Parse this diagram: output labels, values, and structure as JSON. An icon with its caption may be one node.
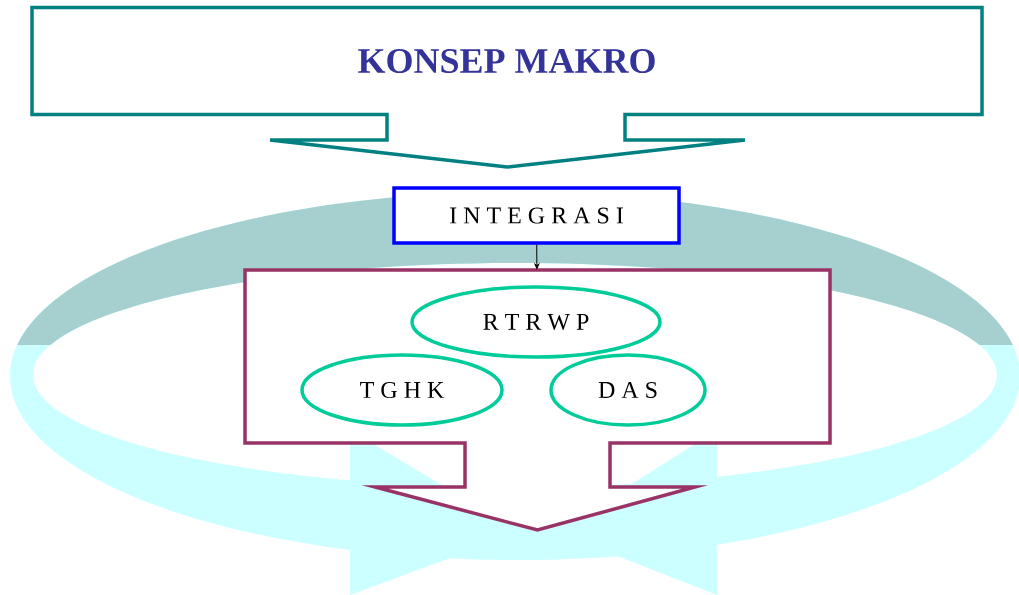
{
  "diagram": {
    "nodes": [
      {
        "text": [
          "KONSEP  MAKRO"
        ]
      },
      {
        "text": [
          "I N T E G R A S I"
        ]
      },
      {
        "text": [],
        "shape": "box"
      },
      {
        "text": [
          "R T R W P"
        ],
        "in": 2
      },
      {
        "text": [
          "T G H K"
        ],
        "in": 2
      },
      {
        "text": [
          "D A S"
        ],
        "in": 2
      }
    ],
    "edges": [
      {
        "from": 1,
        "to": 2,
        "arrow": "to"
      }
    ]
  }
}
